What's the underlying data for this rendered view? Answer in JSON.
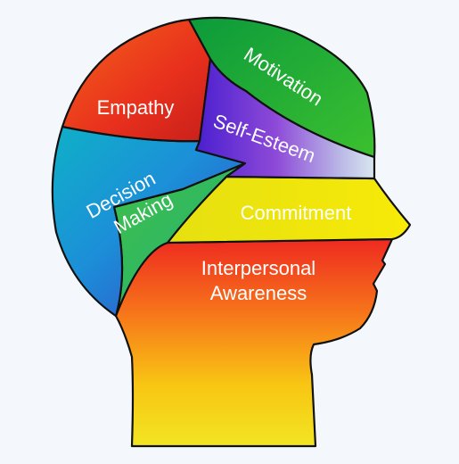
{
  "diagram": {
    "regions": [
      {
        "id": "empathy",
        "label": "Empathy",
        "color": "#e8301d"
      },
      {
        "id": "motivation",
        "label": "Motivation",
        "color": "#17a63a"
      },
      {
        "id": "self_esteem",
        "label": "Self-Esteem",
        "color": "#6b2fd0"
      },
      {
        "id": "decision_making",
        "lines": [
          "Decision",
          "Making"
        ],
        "color": "#1c8fd8"
      },
      {
        "id": "commitment",
        "label": "Commitment",
        "color": "#f2e10e"
      },
      {
        "id": "interpersonal_awareness",
        "lines": [
          "Interpersonal",
          "Awareness"
        ],
        "color": "#ee3a1f"
      }
    ]
  }
}
